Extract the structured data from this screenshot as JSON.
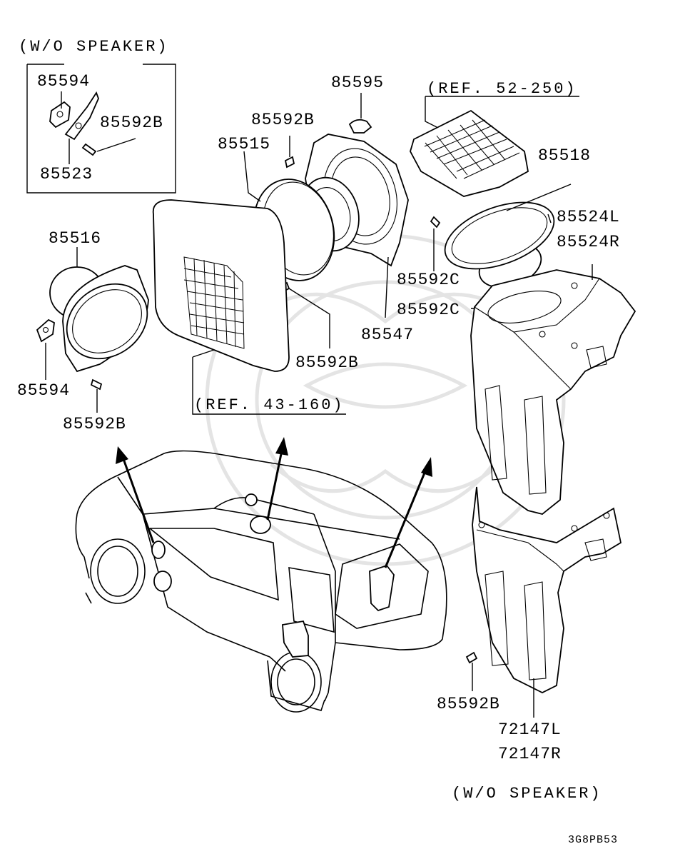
{
  "diagram": {
    "notes": {
      "wo_speaker_top": "(W/O SPEAKER)",
      "wo_speaker_bottom": "(W/O SPEAKER)",
      "ref_52_250": "(REF. 52-250)",
      "ref_43_160": "(REF. 43-160)"
    },
    "labels": {
      "p85594_box": "85594",
      "p85592b_box": "85592B",
      "p85523": "85523",
      "p85595": "85595",
      "p85592b_top": "85592B",
      "p85515": "85515",
      "p85518": "85518",
      "p85524l": "85524L",
      "p85524r": "85524R",
      "p85516": "85516",
      "p85592c_a": "85592C",
      "p85592c_b": "85592C",
      "p85547": "85547",
      "p85592b_mid": "85592B",
      "p85594_left": "85594",
      "p85592b_left": "85592B",
      "p85592b_bottom": "85592B",
      "p72147l": "72147L",
      "p72147r": "72147R"
    },
    "diagram_code": "3G8PB53"
  }
}
